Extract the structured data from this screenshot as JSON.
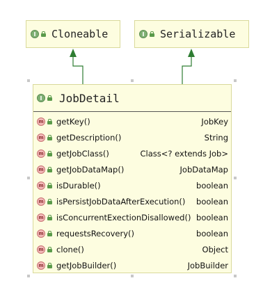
{
  "interfaces": {
    "cloneable": {
      "name": "Cloneable",
      "kind_icon": "interface-icon",
      "visibility_icon": "public-lock-icon"
    },
    "serializable": {
      "name": "Serializable",
      "kind_icon": "interface-icon",
      "visibility_icon": "public-lock-icon"
    }
  },
  "class_box": {
    "name": "JobDetail",
    "kind_icon": "interface-icon",
    "visibility_icon": "public-lock-icon",
    "methods": [
      {
        "name": "getKey()",
        "type": "JobKey"
      },
      {
        "name": "getDescription()",
        "type": "String"
      },
      {
        "name": "getJobClass()",
        "type": "Class<? extends Job>"
      },
      {
        "name": "getJobDataMap()",
        "type": "JobDataMap"
      },
      {
        "name": "isDurable()",
        "type": "boolean"
      },
      {
        "name": "isPersistJobDataAfterExecution()",
        "type": "boolean"
      },
      {
        "name": "isConcurrentExectionDisallowed()",
        "type": "boolean"
      },
      {
        "name": "requestsRecovery()",
        "type": "boolean"
      },
      {
        "name": "clone()",
        "type": "Object"
      },
      {
        "name": "getJobBuilder()",
        "type": "JobBuilder"
      }
    ]
  },
  "icons": {
    "interface_badge_letter": "I",
    "method_badge_letter": "m"
  },
  "colors": {
    "box_fill": "#fdfde0",
    "box_border": "#d9d99a",
    "arrow": "#2e7d32",
    "badge_interface": "#7fb074",
    "badge_method": "#f3b9b9"
  }
}
